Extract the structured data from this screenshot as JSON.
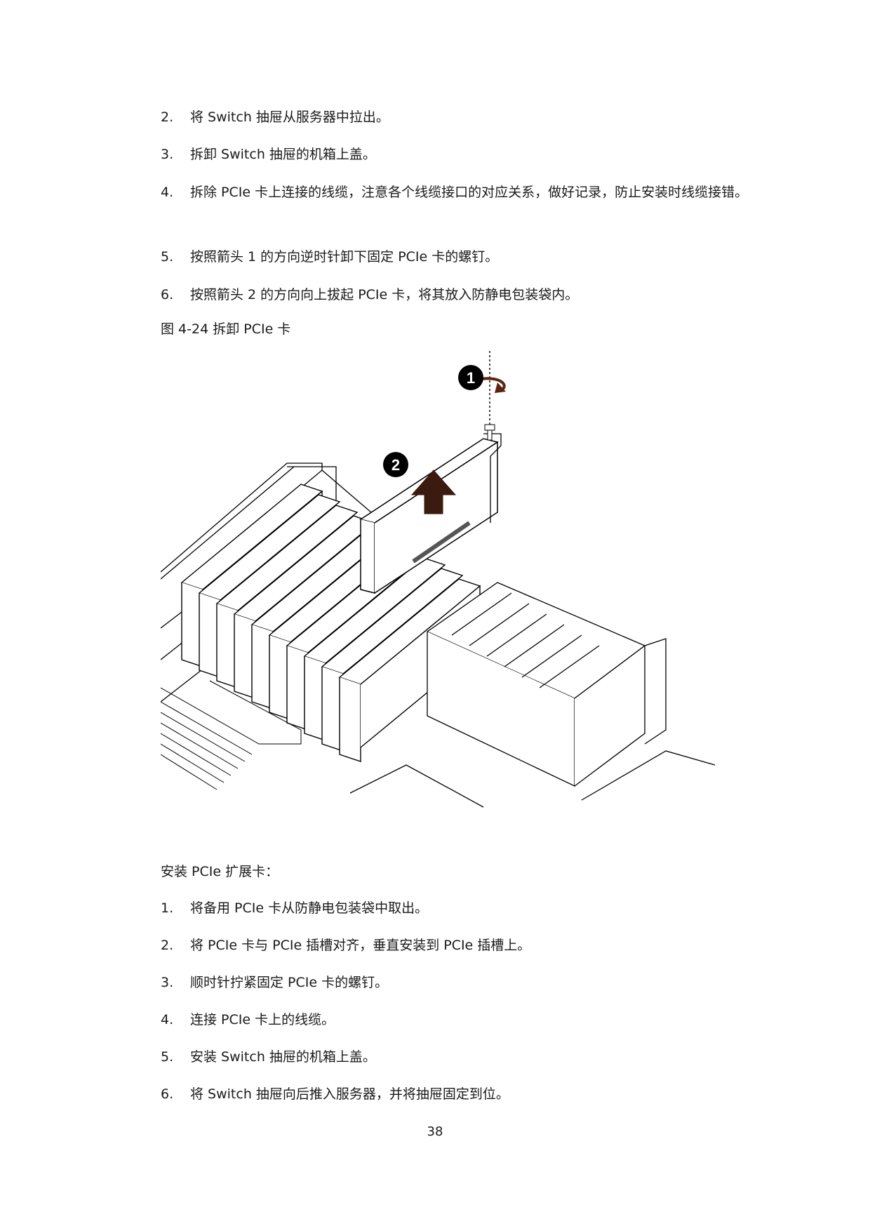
{
  "removal_steps": [
    {
      "num": "2.",
      "text": "将 Switch 抽屉从服务器中拉出。"
    },
    {
      "num": "3.",
      "text": "拆卸 Switch 抽屉的机箱上盖。"
    },
    {
      "num": "4.",
      "text": "拆除 PCIe 卡上连接的线缆，注意各个线缆接口的对应关系，做好记录，防止安装时线缆接错。"
    },
    {
      "num": "5.",
      "text": "按照箭头 1 的方向逆时针卸下固定 PCIe 卡的螺钉。"
    },
    {
      "num": "6.",
      "text": "按照箭头 2 的方向向上拔起 PCIe 卡，将其放入防静电包装袋内。"
    }
  ],
  "figure": {
    "caption": "图 4-24  拆卸 PCIe 卡",
    "callout_1": "1",
    "callout_2": "2"
  },
  "install_heading": "安装 PCIe 扩展卡：",
  "install_steps": [
    {
      "num": "1.",
      "text": "将备用 PCIe 卡从防静电包装袋中取出。"
    },
    {
      "num": "2.",
      "text": "将 PCIe 卡与 PCIe 插槽对齐，垂直安装到 PCIe 插槽上。"
    },
    {
      "num": "3.",
      "text": "顺时针拧紧固定 PCIe 卡的螺钉。"
    },
    {
      "num": "4.",
      "text": "连接 PCIe 卡上的线缆。"
    },
    {
      "num": "5.",
      "text": "安装 Switch 抽屉的机箱上盖。"
    },
    {
      "num": "6.",
      "text": "将 Switch 抽屉向后推入服务器，并将抽屉固定到位。"
    }
  ],
  "page_number": "38"
}
